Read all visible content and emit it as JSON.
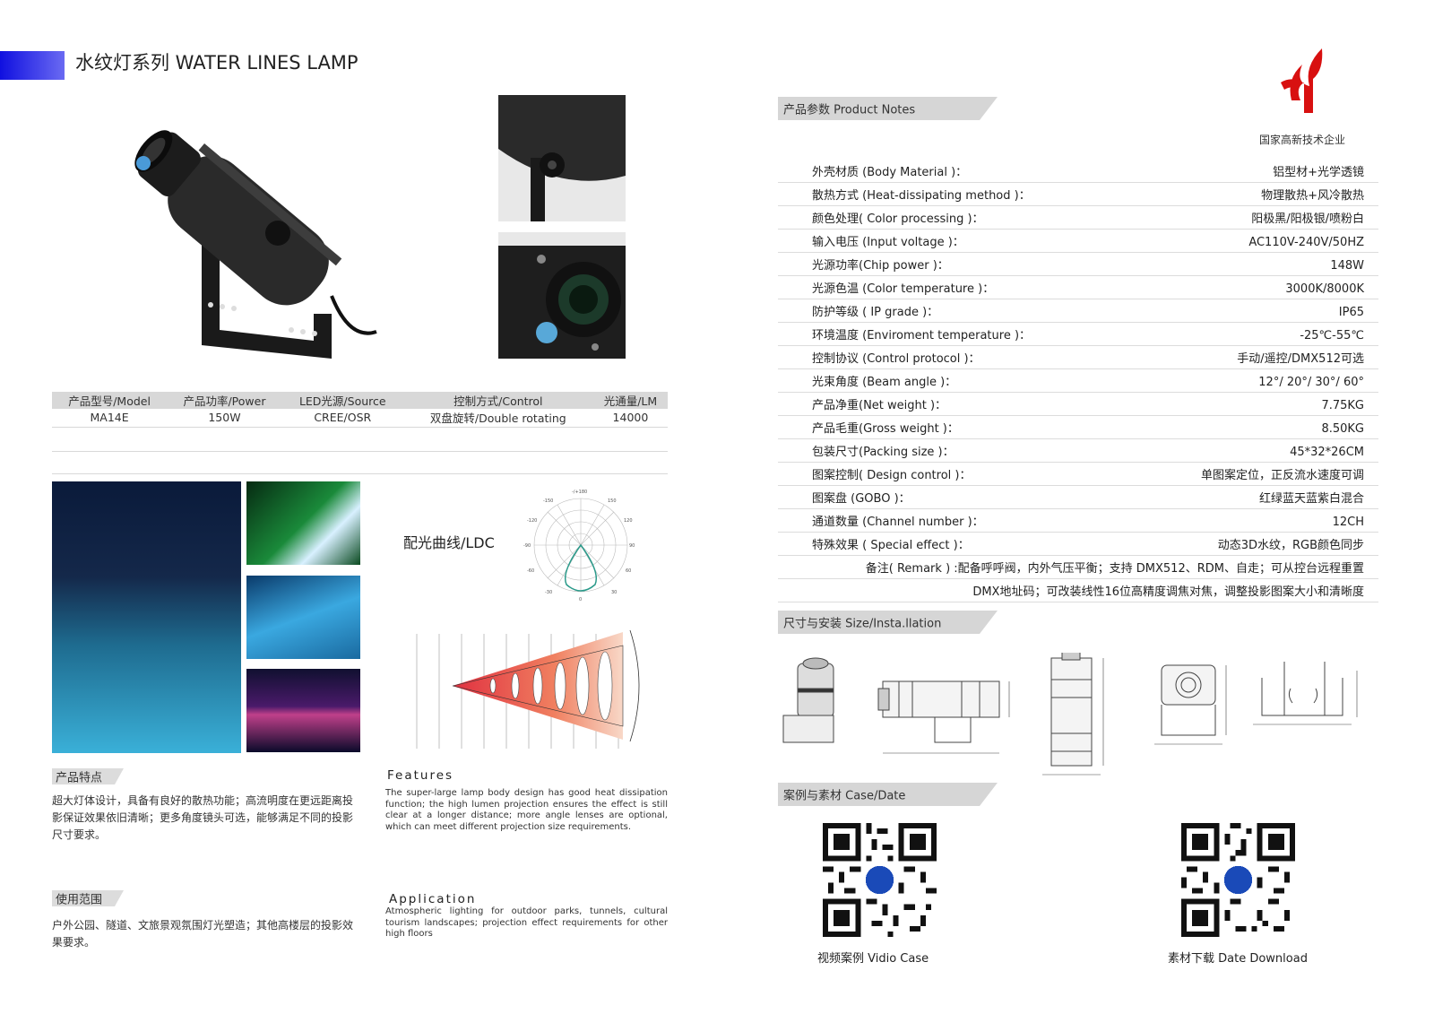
{
  "header": {
    "title": "水纹灯系列   WATER LINES LAMP"
  },
  "brand": {
    "company_caption": "国家高新技术企业",
    "logo_color": "#d81010"
  },
  "spec_table": {
    "headers": [
      "产品型号/Model",
      "产品功率/Power",
      "LED光源/Source",
      "控制方式/Control",
      "光通量/LM"
    ],
    "row": [
      "MA14E",
      "150W",
      "CREE/OSR",
      "双盘旋转/Double rotating",
      "14000"
    ]
  },
  "ldc": {
    "label": "配光曲线/LDC",
    "polar_top": "-/+180",
    "polar_angles": [
      "-150",
      "150",
      "-120",
      "120",
      "-90",
      "90",
      "-60",
      "60",
      "-30",
      "30",
      "0"
    ]
  },
  "features": {
    "tag_cn": "产品特点",
    "text_cn": "超大灯体设计，具备有良好的散热功能；高流明度在更远距离投影保证效果依旧清晰；更多角度镜头可选，能够满足不同的投影尺寸要求。",
    "heading_en": "Features",
    "text_en": "The super-large lamp body design has good heat dissipation function; the high lumen projection ensures the effect is still clear at a longer distance; more angle lenses are optional, which can meet different projection size requirements."
  },
  "application": {
    "tag_cn": "使用范围",
    "text_cn": "户外公园、隧道、文旅景观氛围灯光塑造；其他高楼层的投影效果要求。",
    "heading_en": "Application",
    "text_en": "Atmospheric lighting for outdoor parks, tunnels, cultural tourism landscapes; projection effect requirements for other high floors"
  },
  "product_notes": {
    "tag": "产品参数    Product Notes",
    "params": [
      {
        "label": "外壳材质 (Body Material )：",
        "value": "铝型材+光学透镜"
      },
      {
        "label": "散热方式 (Heat-dissipating method )：",
        "value": "物理散热+风冷散热"
      },
      {
        "label": "颜色处理( Color processing )：",
        "value": "阳极黑/阳极银/喷粉白"
      },
      {
        "label": "输入电压 (Input voltage )：",
        "value": "AC110V-240V/50HZ"
      },
      {
        "label": "光源功率(Chip power )：",
        "value": "148W"
      },
      {
        "label": "光源色温 (Color temperature )：",
        "value": "3000K/8000K"
      },
      {
        "label": "防护等级 ( IP  grade )：",
        "value": "IP65"
      },
      {
        "label": "环境温度  (Enviroment temperature )：",
        "value": "-25℃-55℃"
      },
      {
        "label": "控制协议 (Control protocol  )：",
        "value": "手动/遥控/DMX512可选"
      },
      {
        "label": "光束角度 (Beam angle )：",
        "value": "12°/ 20°/ 30°/ 60°"
      },
      {
        "label": "产品净重(Net weight )：",
        "value": "7.75KG"
      },
      {
        "label": "产品毛重(Gross weight )：",
        "value": "8.50KG"
      },
      {
        "label": "包装尺寸(Packing size  )：",
        "value": "45*32*26CM"
      },
      {
        "label": "图案控制( Design control )：",
        "value": "单图案定位，正反流水速度可调"
      },
      {
        "label": "图案盘 (GOBO )：",
        "value": "红绿蓝天蓝紫白混合"
      },
      {
        "label": "通道数量 (Channel number )：",
        "value": "12CH"
      },
      {
        "label": "特殊效果 ( Special effect )：",
        "value": "动态3D水纹，RGB颜色同步"
      }
    ],
    "remark_line1": "备注( Remark ) :配备呼呼阀，内外气压平衡；支持 DMX512、RDM、自走；可从控台远程重置",
    "remark_line2": "DMX地址码；可改装线性16位高精度调焦对焦，调整投影图案大小和清晰度"
  },
  "installation": {
    "tag": "尺寸与安装    Size/Insta.llation"
  },
  "cases": {
    "tag": "案例与素材     Case/Date",
    "qr_left_caption": "视频案例  Vidio Case",
    "qr_right_caption": "素材下载 Date Download"
  }
}
